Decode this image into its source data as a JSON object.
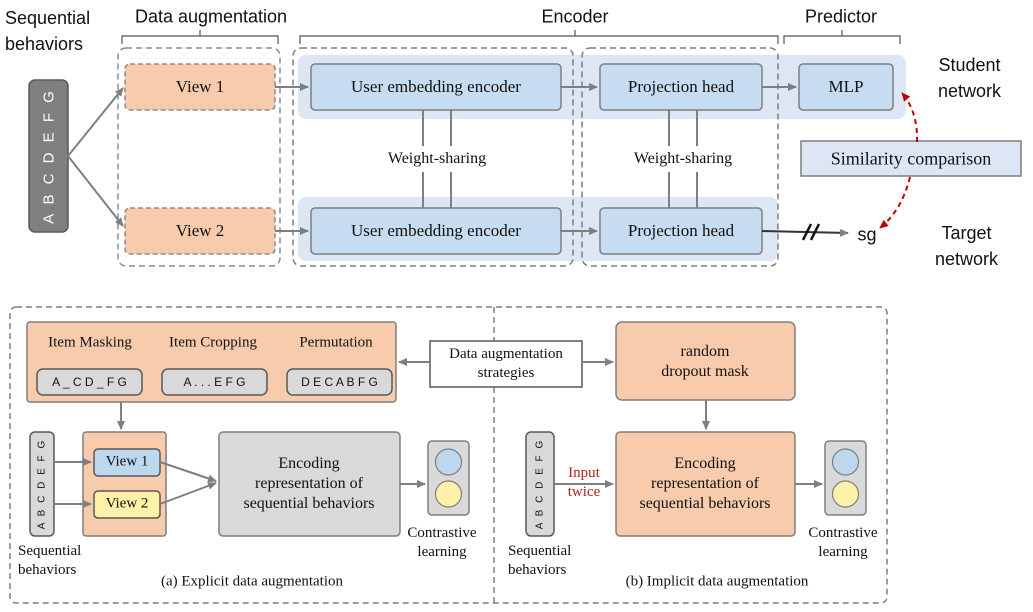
{
  "top": {
    "sequential_behaviors": [
      "Sequential",
      "behaviors"
    ],
    "sequence": "A B C D E F G",
    "data_augmentation_label": "Data augmentation",
    "encoder_label": "Encoder",
    "predictor_label": "Predictor",
    "view1": "View 1",
    "view2": "View 2",
    "user_embedding_encoder_top": "User embedding encoder",
    "user_embedding_encoder_bottom": "User embedding encoder",
    "projection_head_top": "Projection head",
    "projection_head_bottom": "Projection head",
    "mlp": "MLP",
    "weight_sharing_1": "Weight-sharing",
    "weight_sharing_2": "Weight-sharing",
    "similarity_comparison": "Similarity comparison",
    "student_network": [
      "Student",
      "network"
    ],
    "target_network": [
      "Target",
      "network"
    ],
    "sg": "sg"
  },
  "explicit": {
    "item_masking": "Item Masking",
    "item_masking_seq": "A _ C D _ F G",
    "item_cropping": "Item Cropping",
    "item_cropping_seq": "A . . . E F G",
    "permutation": "Permutation",
    "permutation_seq": "D E C A B F G",
    "sequence": "A B C D E F G",
    "view1": "View 1",
    "view2": "View 2",
    "encoding": [
      "Encoding",
      "representation of",
      "sequential behaviors"
    ],
    "contrastive": [
      "Contrastive",
      "learning"
    ],
    "sequential_behaviors": [
      "Sequential",
      "behaviors"
    ],
    "caption": "(a) Explicit data augmentation"
  },
  "strategies": [
    "Data augmentation",
    "strategies"
  ],
  "implicit": {
    "dropout": [
      "random",
      "dropout mask"
    ],
    "sequence": "A B C D E F G",
    "input_twice": [
      "Input",
      "twice"
    ],
    "encoding": [
      "Encoding",
      "representation of",
      "sequential behaviors"
    ],
    "contrastive": [
      "Contrastive",
      "learning"
    ],
    "sequential_behaviors": [
      "Sequential",
      "behaviors"
    ],
    "caption": "(b) Implicit data augmentation"
  },
  "colors": {
    "orange": "#f8cbad",
    "blue_box": "#c5dcf1",
    "blue_band": "#dce6f5",
    "gray_box": "#d9d9d9",
    "dark_gray": "#7f7f7f",
    "light_blue_circle": "#bdd7ee",
    "yellow": "#fff2a8",
    "red_arrow": "#c00000"
  }
}
